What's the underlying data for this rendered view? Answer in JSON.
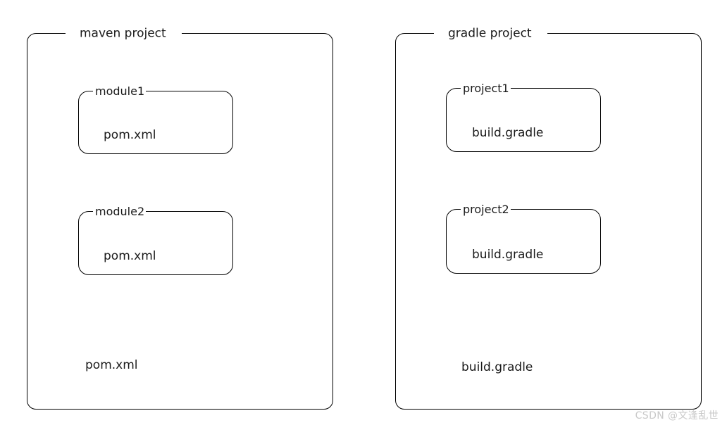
{
  "diagram": {
    "title_semantics": "maven project vs gradle project structure comparison",
    "panels": [
      {
        "id": "maven",
        "label": "maven project",
        "root_file": "pom.xml",
        "modules": [
          {
            "label": "module1",
            "file": "pom.xml"
          },
          {
            "label": "module2",
            "file": "pom.xml"
          }
        ]
      },
      {
        "id": "gradle",
        "label": "gradle project",
        "root_file": "build.gradle",
        "modules": [
          {
            "label": "project1",
            "file": "build.gradle"
          },
          {
            "label": "project2",
            "file": "build.gradle"
          }
        ]
      }
    ]
  },
  "watermark": {
    "text": "CSDN @文逢乱世",
    "color": "#c9c9c9"
  },
  "colors": {
    "background": "#ffffff",
    "stroke": "#000000",
    "text": "#1a1a1a",
    "watermark": "#c9c9c9"
  }
}
